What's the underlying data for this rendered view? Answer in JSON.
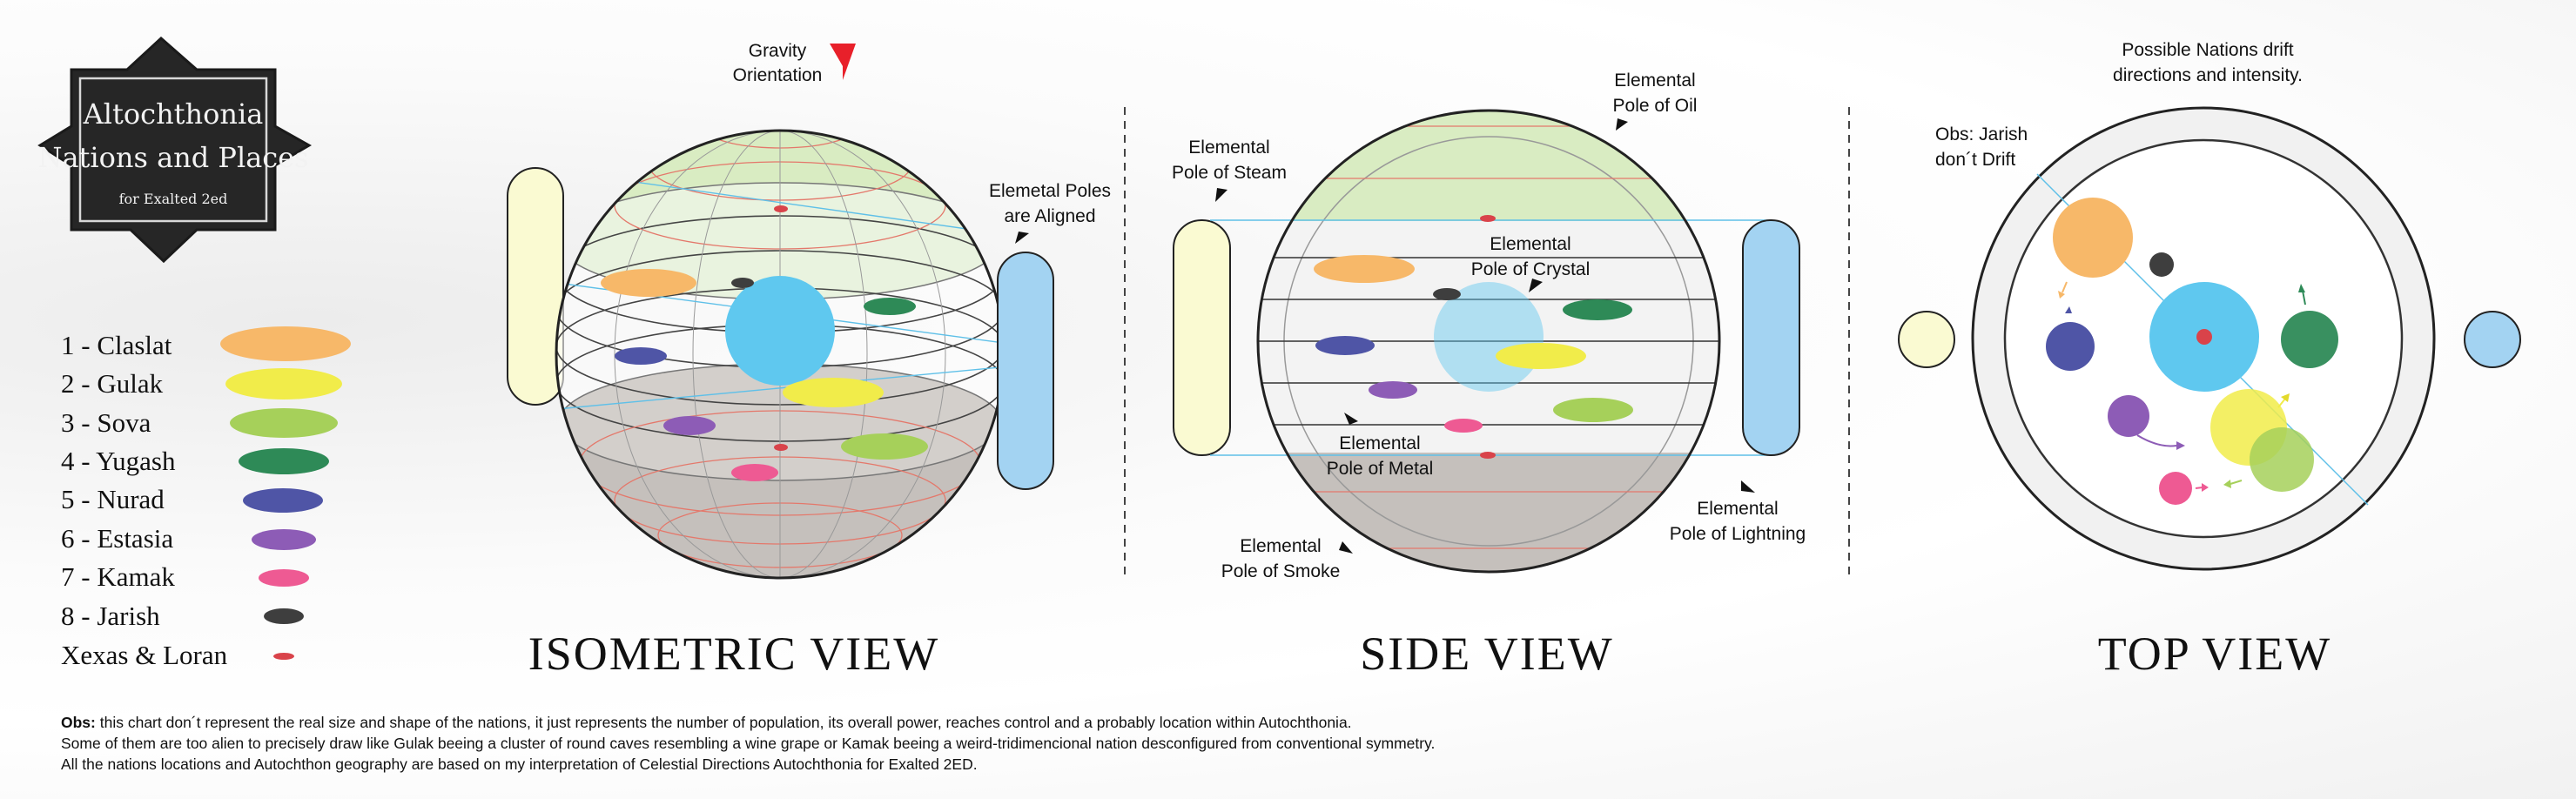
{
  "badge": {
    "title_line1": "Altochthonia",
    "title_line2": "Nations and Places",
    "subtitle": "for Exalted 2ed"
  },
  "legend": [
    {
      "label": "1 - Claslat",
      "color": "#f7b869"
    },
    {
      "label": "2 - Gulak",
      "color": "#f1ec4a"
    },
    {
      "label": "3 - Sova",
      "color": "#a6d05a"
    },
    {
      "label": "4 - Yugash",
      "color": "#2e8a57"
    },
    {
      "label": "5 - Nurad",
      "color": "#4f55a6"
    },
    {
      "label": "6 - Estasia",
      "color": "#8d5cb6"
    },
    {
      "label": "7 - Kamak",
      "color": "#ee5a93"
    },
    {
      "label": "8 - Jarish",
      "color": "#3e3e3e"
    },
    {
      "label": "Xexas & Loran",
      "color": "#d9434a"
    }
  ],
  "iso": {
    "title": "ISOMETRIC VIEW",
    "gravity_line1": "Gravity",
    "gravity_line2": "Orientation",
    "poles_line1": "Elemetal Poles",
    "poles_line2": "are Aligned"
  },
  "side": {
    "title": "SIDE VIEW",
    "steam_line1": "Elemental",
    "steam_line2": "Pole of Steam",
    "oil_line1": "Elemental",
    "oil_line2": "Pole of Oil",
    "crystal_line1": "Elemental",
    "crystal_line2": "Pole of Crystal",
    "metal_line1": "Elemental",
    "metal_line2": "Pole of Metal",
    "smoke_line1": "Elemental",
    "smoke_line2": "Pole of Smoke",
    "lightning_line1": "Elemental",
    "lightning_line2": "Pole of Lightning"
  },
  "top": {
    "title": "TOP VIEW",
    "drift_line1": "Possible Nations drift",
    "drift_line2": "directions and intensity.",
    "jarish_line1": "Obs: Jarish",
    "jarish_line2": "don´t Drift"
  },
  "colors": {
    "pole_yellow": "#fafad2",
    "pole_blue": "#a3d3f2",
    "center_blue": "#5fc8ef",
    "green_band": "#d9ecc2",
    "grey_band": "#c5c0bc",
    "gravity_arrow": "#e8202a"
  },
  "footnote": {
    "bold": "Obs:",
    "line1": " this chart don´t represent the real size and shape of the nations, it just represents the number of population, its overall power, reaches control and a probably location within Autochthonia.",
    "line2": "Some of them are too alien to precisely draw like Gulak beeing a cluster of round caves resembling a wine grape or Kamak beeing a weird-tridimencional nation desconfigured from conventional symmetry.",
    "line3": "All the nations locations and Autochthon geography are based on my interpretation of Celestial Directions Autochthonia for Exalted 2ED."
  }
}
